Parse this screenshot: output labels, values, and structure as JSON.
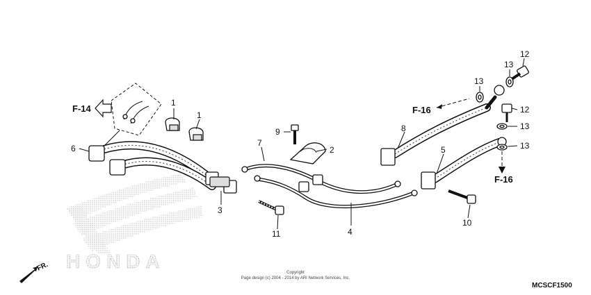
{
  "callouts": {
    "c1a": "1",
    "c1b": "1",
    "c2": "2",
    "c3": "3",
    "c4": "4",
    "c5": "5",
    "c6": "6",
    "c7": "7",
    "c8": "8",
    "c9": "9",
    "c10": "10",
    "c11": "11",
    "c12a": "12",
    "c12b": "12",
    "c13a": "13",
    "c13b": "13",
    "c13c": "13",
    "c13d": "13"
  },
  "refs": {
    "f14": "F-14",
    "f16a": "F-16",
    "f16b": "F-16"
  },
  "watermark": {
    "brand": "HONDA"
  },
  "front_label": "FR.",
  "copyright": {
    "line1": "Copyright",
    "line2": "Page design (c) 2004 - 2014 by ARI Network Services, Inc."
  },
  "diagram_code": "MCSCF1500",
  "colors": {
    "line": "#111111",
    "background": "#ffffff",
    "watermark": "#cfcfcf"
  }
}
